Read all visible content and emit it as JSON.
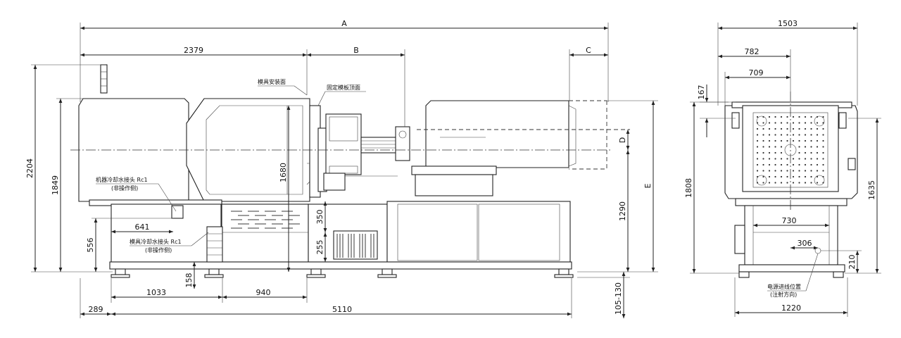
{
  "dimensions": {
    "A": "A",
    "B": "B",
    "C": "C",
    "D": "D",
    "E": "E",
    "d2379": "2379",
    "d2204": "2204",
    "d1849": "1849",
    "d1680": "1680",
    "d1290": "1290",
    "d556": "556",
    "d641": "641",
    "d350": "350",
    "d255": "255",
    "d158": "158",
    "d1033": "1033",
    "d940": "940",
    "d289": "289",
    "d5110": "5110",
    "d105_130": "105-130",
    "d1503": "1503",
    "d782": "782",
    "d709": "709",
    "d167": "167",
    "d1808": "1808",
    "d1635": "1635",
    "d730": "730",
    "d306": "306",
    "d210": "210",
    "d1220": "1220"
  },
  "labels": {
    "mold_mount_face": "模具安装面",
    "fixed_platen_top": "固定模板顶面",
    "machine_cooling": "机器冷却水接头 Rc1",
    "machine_cooling_side": "(非操作侧)",
    "mold_cooling": "模具冷却水接头 Rc1",
    "mold_cooling_side": "(非操作侧)",
    "power_inlet": "电源进线位置",
    "power_inlet_dir": "(注射方向)"
  }
}
